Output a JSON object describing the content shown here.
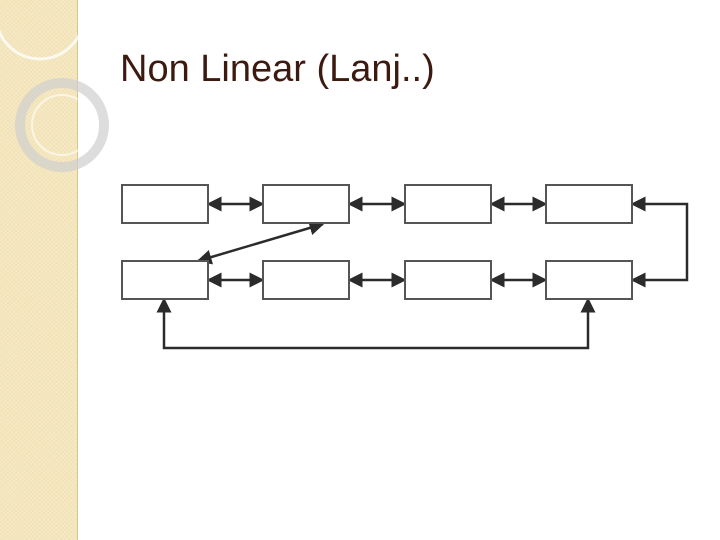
{
  "slide": {
    "title": "Non Linear (Lanj..)"
  },
  "theme": {
    "title_color": "#3d1a10",
    "strip_color": "#f4e6bd",
    "node_border": "#555555",
    "edge_color": "#2b2b2b"
  },
  "diagram": {
    "type": "linked-node-diagram",
    "rows": 2,
    "columns": 4,
    "nodes": [
      {
        "id": "r1c1",
        "label": ""
      },
      {
        "id": "r1c2",
        "label": ""
      },
      {
        "id": "r1c3",
        "label": ""
      },
      {
        "id": "r1c4",
        "label": ""
      },
      {
        "id": "r2c1",
        "label": ""
      },
      {
        "id": "r2c2",
        "label": ""
      },
      {
        "id": "r2c3",
        "label": ""
      },
      {
        "id": "r2c4",
        "label": ""
      }
    ],
    "edges": [
      {
        "from": "r1c1",
        "to": "r1c2",
        "direction": "both"
      },
      {
        "from": "r1c2",
        "to": "r1c3",
        "direction": "both"
      },
      {
        "from": "r1c3",
        "to": "r1c4",
        "direction": "both"
      },
      {
        "from": "r1c4",
        "to": "r2c4",
        "direction": "both",
        "route": "right-loop"
      },
      {
        "from": "r2c1",
        "to": "r1c2",
        "direction": "both",
        "route": "diagonal"
      },
      {
        "from": "r2c1",
        "to": "r2c2",
        "direction": "both"
      },
      {
        "from": "r2c2",
        "to": "r2c3",
        "direction": "both"
      },
      {
        "from": "r2c3",
        "to": "r2c4",
        "direction": "both"
      },
      {
        "from": "r2c1",
        "to": "r2c4",
        "direction": "both",
        "route": "bottom-loop"
      }
    ]
  }
}
